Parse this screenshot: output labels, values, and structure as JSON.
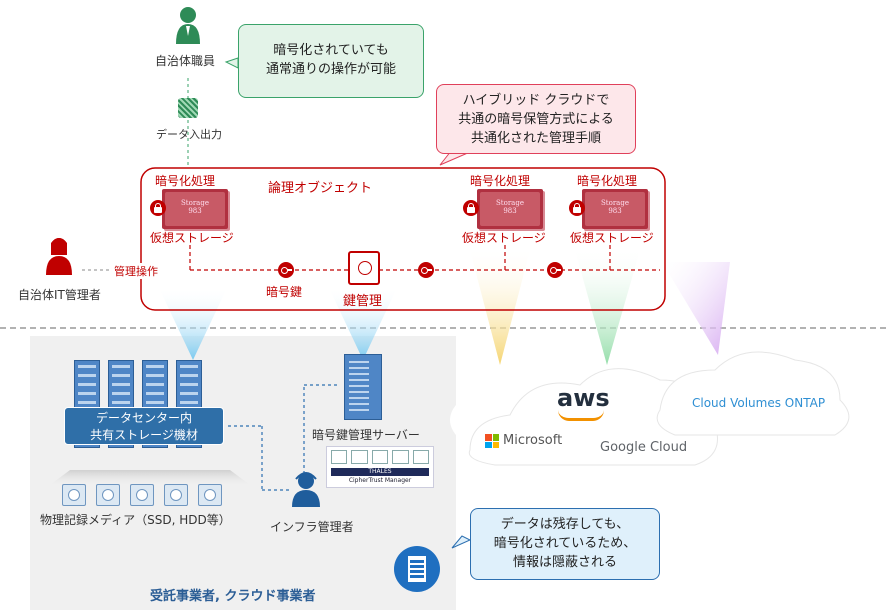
{
  "top": {
    "staff_label": "自治体職員",
    "data_io_label": "データ入出力",
    "callout_green": [
      "暗号化されていても",
      "通常通りの操作が可能"
    ],
    "callout_red": [
      "ハイブリッド クラウドで",
      "共通の暗号保管方式による",
      "共通化された管理手順"
    ]
  },
  "logical": {
    "title": "論理オブジェクト",
    "storages": [
      {
        "top_label": "暗号化処理",
        "bottom_label": "仮想ストレージ",
        "storage_text": "Storage\n983"
      },
      {
        "top_label": "暗号化処理",
        "bottom_label": "仮想ストレージ",
        "storage_text": "Storage\n983"
      },
      {
        "top_label": "暗号化処理",
        "bottom_label": "仮想ストレージ",
        "storage_text": "Storage\n983"
      }
    ],
    "mgmt_op_label": "管理操作",
    "key_label": "暗号鍵",
    "key_mgmt_label": "鍵管理",
    "admin_label": "自治体IT管理者"
  },
  "lower": {
    "datacenter_label": [
      "データセンター内",
      "共有ストレージ機材"
    ],
    "media_label": "物理記録メディア（SSD, HDD等）",
    "key_server_label": "暗号鍵管理サーバー",
    "thales_text": "THALES",
    "ciphertrust_text": "CipherTrust Manager",
    "infra_admin_label": "インフラ管理者",
    "footer_label": "受託事業者, クラウド事業者",
    "callout_blue": [
      "データは残存しても、",
      "暗号化されているため、",
      "情報は隠蔽される"
    ]
  },
  "cloud": {
    "aws": "aws",
    "microsoft": "Microsoft",
    "google": "Google Cloud",
    "ontap": "Cloud Volumes ONTAP"
  },
  "colors": {
    "accent_red": "#c00000",
    "callout_green_bg": "#e3f3e8",
    "callout_red_bg": "#fde7ea",
    "callout_blue_bg": "#dff0fb",
    "lower_panel_bg": "#f0f0f0"
  }
}
